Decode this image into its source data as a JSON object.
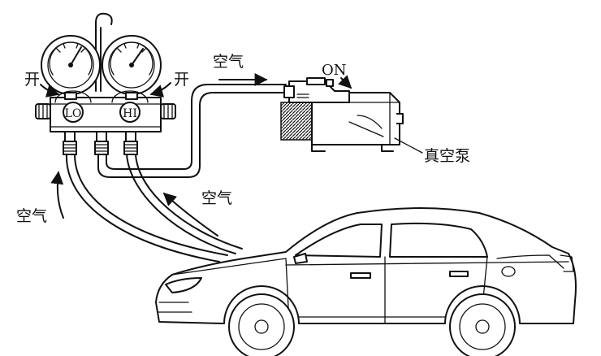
{
  "labels": {
    "open_left": "开",
    "open_right": "开",
    "lo_gauge": "LO",
    "hi_gauge": "HI",
    "air_top": "空气",
    "power_on": "ON",
    "vacuum_pump": "真空泵",
    "air_middle": "空气",
    "air_left": "空气"
  },
  "colors": {
    "ink": "#111111",
    "background": "#ffffff"
  }
}
